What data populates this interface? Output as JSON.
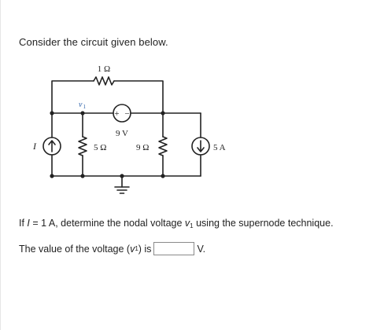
{
  "question": {
    "intro": "Consider the circuit given below.",
    "text_prefix": "If ",
    "current_symbol": "I",
    "text_mid": " = 1 A, determine the nodal voltage ",
    "voltage_symbol": "v",
    "voltage_sub": "1",
    "text_suffix": " using the supernode technique."
  },
  "answer": {
    "prefix": "The value of the voltage (",
    "voltage_symbol": "v",
    "voltage_sub": "1",
    "mid": ") is",
    "value": "",
    "unit": "V."
  },
  "circuit": {
    "r_top": "1 Ω",
    "v1_label": "v",
    "v1_sub": "1",
    "source_v": "9 V",
    "plus": "+",
    "minus": "−",
    "r_left": "5 Ω",
    "r_right": "9 Ω",
    "source_i_right": "5 A",
    "source_i_left": "I"
  }
}
